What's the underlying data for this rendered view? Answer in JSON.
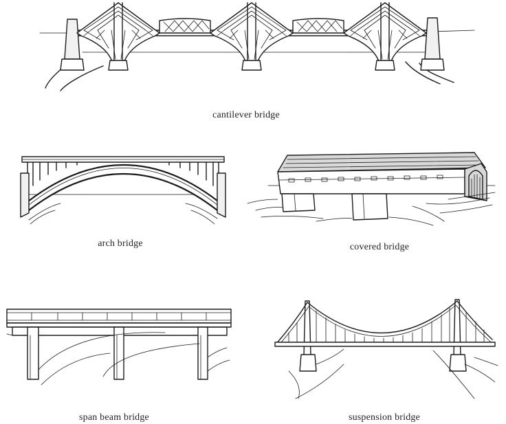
{
  "colors": {
    "ink": "#1a1a1a",
    "shade": "#d9d9d9",
    "paper": "#ffffff"
  },
  "bridges": [
    {
      "id": "cantilever",
      "label": "cantilever bridge",
      "icon": "cantilever-bridge-illustration"
    },
    {
      "id": "arch",
      "label": "arch bridge",
      "icon": "arch-bridge-illustration"
    },
    {
      "id": "covered",
      "label": "covered bridge",
      "icon": "covered-bridge-illustration"
    },
    {
      "id": "span-beam",
      "label": "span beam bridge",
      "icon": "span-beam-bridge-illustration"
    },
    {
      "id": "suspension",
      "label": "suspension bridge",
      "icon": "suspension-bridge-illustration"
    }
  ]
}
